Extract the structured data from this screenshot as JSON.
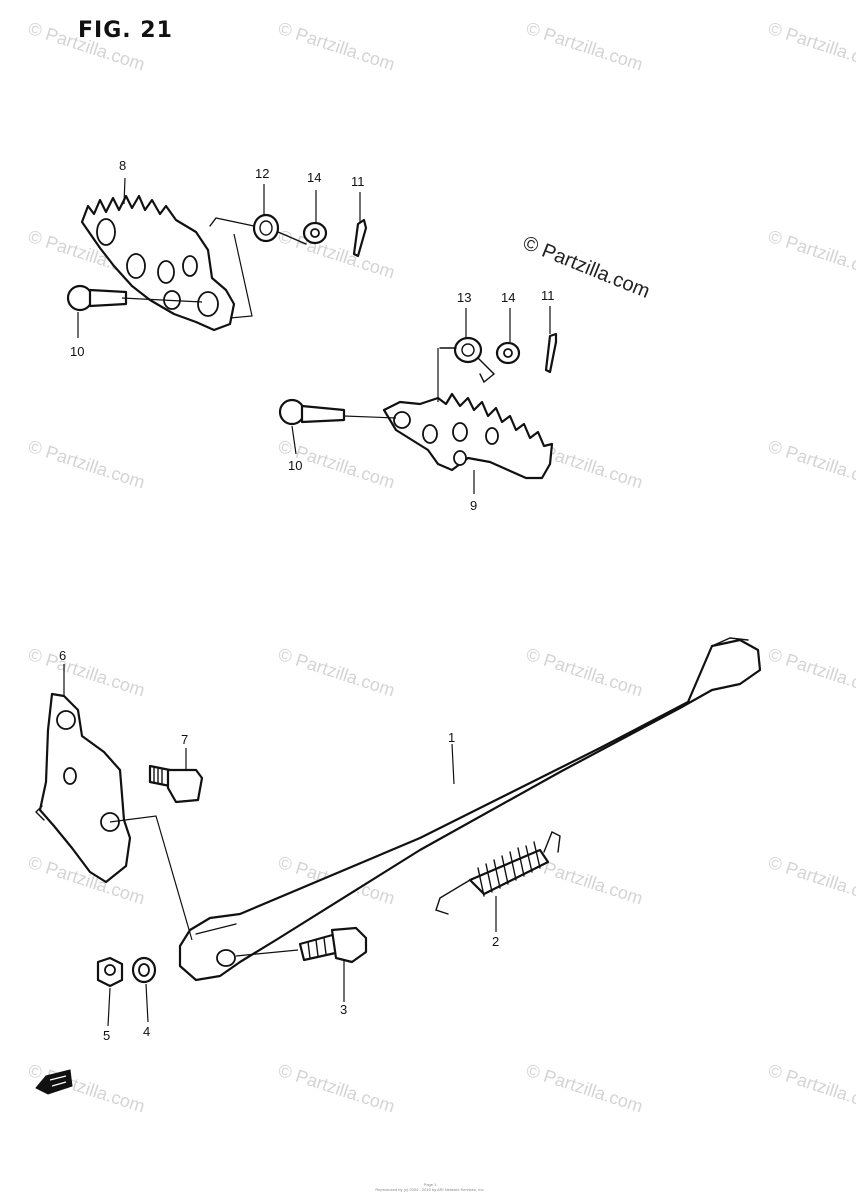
{
  "figure": {
    "title": "FIG. 21"
  },
  "watermark": {
    "text": "© Partzilla.com"
  },
  "callouts": {
    "c1": "1",
    "c2": "2",
    "c3": "3",
    "c4": "4",
    "c5": "5",
    "c6": "6",
    "c7": "7",
    "c8": "8",
    "c9": "9",
    "c10a": "10",
    "c10b": "10",
    "c11a": "11",
    "c11b": "11",
    "c12": "12",
    "c13": "13",
    "c14a": "14",
    "c14b": "14"
  },
  "footer": {
    "line1": "Page 1",
    "line2": "Reproduced by (c) 2004 - 2015 by ARI Network Services, Inc."
  }
}
